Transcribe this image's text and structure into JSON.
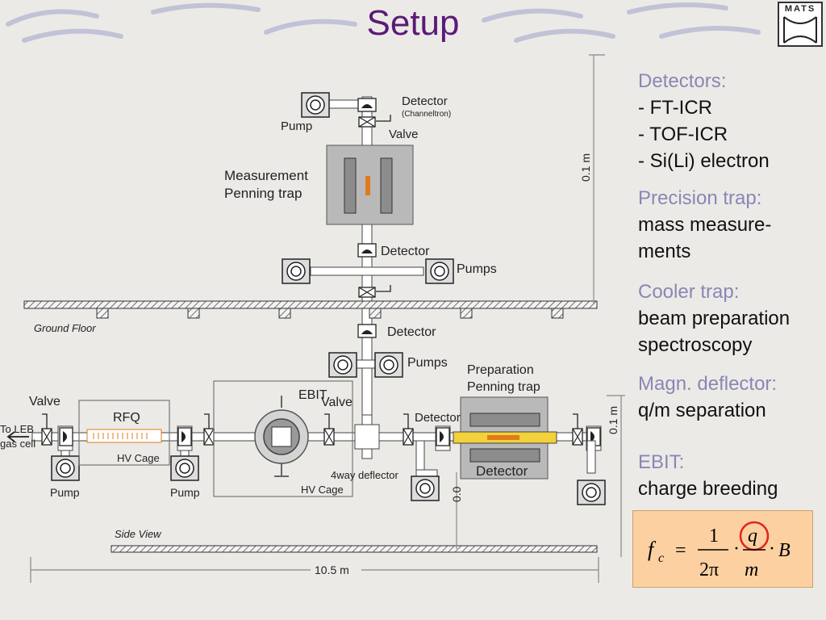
{
  "slide": {
    "title": "Setup",
    "logo_text": "MATS"
  },
  "notes": [
    {
      "heading": "Detectors:",
      "lines": [
        "- FT-ICR",
        "- TOF-ICR",
        "- Si(Li) electron"
      ]
    },
    {
      "heading": "Precision trap:",
      "lines": [
        "mass measure-",
        "ments"
      ]
    },
    {
      "heading": "Cooler trap:",
      "lines": [
        "beam preparation",
        "spectroscopy"
      ]
    },
    {
      "heading": "Magn. deflector:",
      "lines": [
        "q/m separation"
      ]
    },
    {
      "heading": "EBIT:",
      "lines": [
        "charge breeding"
      ]
    }
  ],
  "formula": {
    "lhs": "f",
    "lhs_sub": "c",
    "equals": "=",
    "num1": "1",
    "den1": "2π",
    "dot": "·",
    "num2": "q",
    "den2": "m",
    "rhs": "B",
    "highlight_color": "#e0241b"
  },
  "diagram": {
    "labels": {
      "detector_top": "Detector",
      "channeltron": "(Channeltron)",
      "pump_top": "Pump",
      "valve_top": "Valve",
      "measurement_trap": "Measurement",
      "measurement_trap_2": "Penning trap",
      "detector_mid": "Detector",
      "pumps_mid": "Pumps",
      "ground_floor": "Ground Floor",
      "detector_low": "Detector",
      "pumps_low": "Pumps",
      "preparation_trap": "Preparation",
      "preparation_trap_2": "Penning trap",
      "valve_left": "Valve",
      "rfq": "RFQ",
      "ebit": "EBIT",
      "valve_ebit": "Valve",
      "detector_right": "Detector",
      "detector_in_trap": "Detector",
      "to_leb": "To LEB",
      "gas_cell": "gas cell",
      "hv_cage_1": "HV Cage",
      "hv_cage_2": "HV Cage",
      "four_way": "4way deflector",
      "pump_left_1": "Pump",
      "pump_left_2": "Pump",
      "side_view": "Side View",
      "dim_upper": "0.1 m",
      "dim_right": "0.1 m",
      "dim_zero": "0.0",
      "dim_length": "10.5 m"
    },
    "colors": {
      "trap_gray": "#b9b9b9",
      "electrode_orange": "#e07b1a",
      "beam_yellow": "#f2d13a"
    }
  }
}
